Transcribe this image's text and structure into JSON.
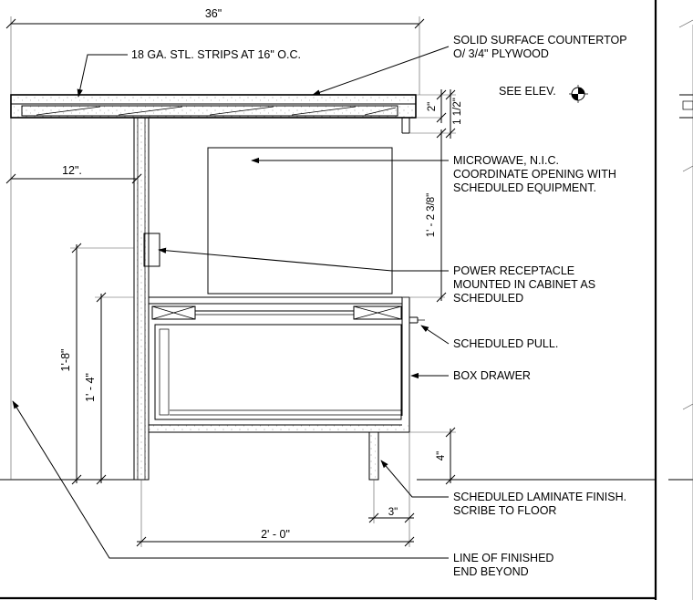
{
  "dimensions": {
    "overall_width": "36\"",
    "side_panel_depth": "12\".",
    "top_thickness": "2\"",
    "edge_height": "1 1/2\"",
    "microwave_opening": "1' - 2 3/8\"",
    "outer_height": "1'-8\"",
    "inner_height": "1' - 4\"",
    "toe_kick_height": "4\"",
    "toe_kick_depth": "3\"",
    "base_depth": "2' - 0\""
  },
  "notes": {
    "strips": "18 GA. STL. STRIPS AT 16\" O.C.",
    "countertop_line1": "SOLID SURFACE COUNTERTOP",
    "countertop_line2": "O/ 3/4\" PLYWOOD",
    "see_elev": "SEE ELEV.",
    "microwave_line1": "MICROWAVE, N.I.C.",
    "microwave_line2": "COORDINATE OPENING WITH",
    "microwave_line3": "SCHEDULED EQUIPMENT.",
    "receptacle_line1": "POWER RECEPTACLE",
    "receptacle_line2": "MOUNTED IN CABINET AS",
    "receptacle_line3": "SCHEDULED",
    "pull": "SCHEDULED PULL.",
    "drawer": "BOX DRAWER",
    "laminate_line1": "SCHEDULED LAMINATE FINISH.",
    "laminate_line2": "SCRIBE TO FLOOR",
    "finished_end_line1": "LINE OF FINISHED",
    "finished_end_line2": "END BEYOND"
  },
  "colors": {
    "ink": "#000000",
    "paper": "#ffffff"
  }
}
